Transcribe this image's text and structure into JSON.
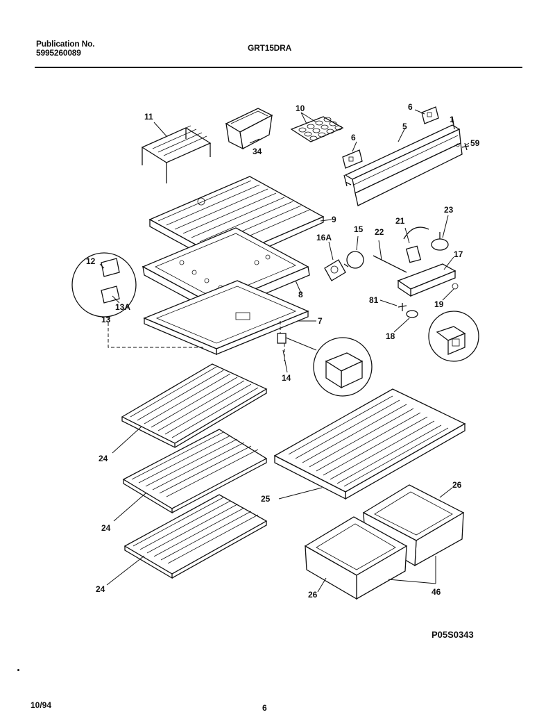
{
  "header": {
    "publication_label": "Publication No.",
    "publication_number": "5995260089",
    "model": "GRT15DRA"
  },
  "footer": {
    "date": "10/94",
    "page": "6",
    "diagram_code": "P05S0343"
  },
  "callouts": {
    "c1": "1",
    "c5": "5",
    "c6a": "6",
    "c6b": "6",
    "c7": "7",
    "c8": "8",
    "c9": "9",
    "c10": "10",
    "c11": "11",
    "c12": "12",
    "c13": "13",
    "c13a": "13A",
    "c14": "14",
    "c15": "15",
    "c16a": "16A",
    "c17": "17",
    "c18": "18",
    "c19": "19",
    "c21": "21",
    "c22": "22",
    "c23": "23",
    "c24a": "24",
    "c24b": "24",
    "c24c": "24",
    "c25": "25",
    "c26a": "26",
    "c26b": "26",
    "c34": "34",
    "c46": "46",
    "c59": "59",
    "c81": "81"
  }
}
